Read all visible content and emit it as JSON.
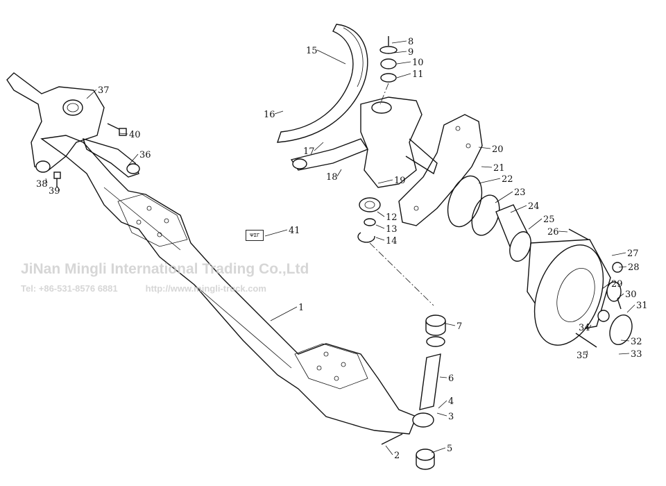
{
  "watermark": {
    "company": "JiNan Mingli International Trading Co.,Ltd",
    "tel": "Tel: +86-531-8576 6881",
    "url": "http://www.mingli-truck.com"
  },
  "nameplate_text": "ΨΣΓ",
  "callouts": [
    "1",
    "2",
    "3",
    "4",
    "5",
    "6",
    "7",
    "8",
    "9",
    "10",
    "11",
    "12",
    "13",
    "14",
    "15",
    "16",
    "17",
    "18",
    "19",
    "20",
    "21",
    "22",
    "23",
    "24",
    "25",
    "26",
    "27",
    "28",
    "29",
    "30",
    "31",
    "32",
    "33",
    "34",
    "35",
    "36",
    "37",
    "38",
    "39",
    "40",
    "41"
  ]
}
